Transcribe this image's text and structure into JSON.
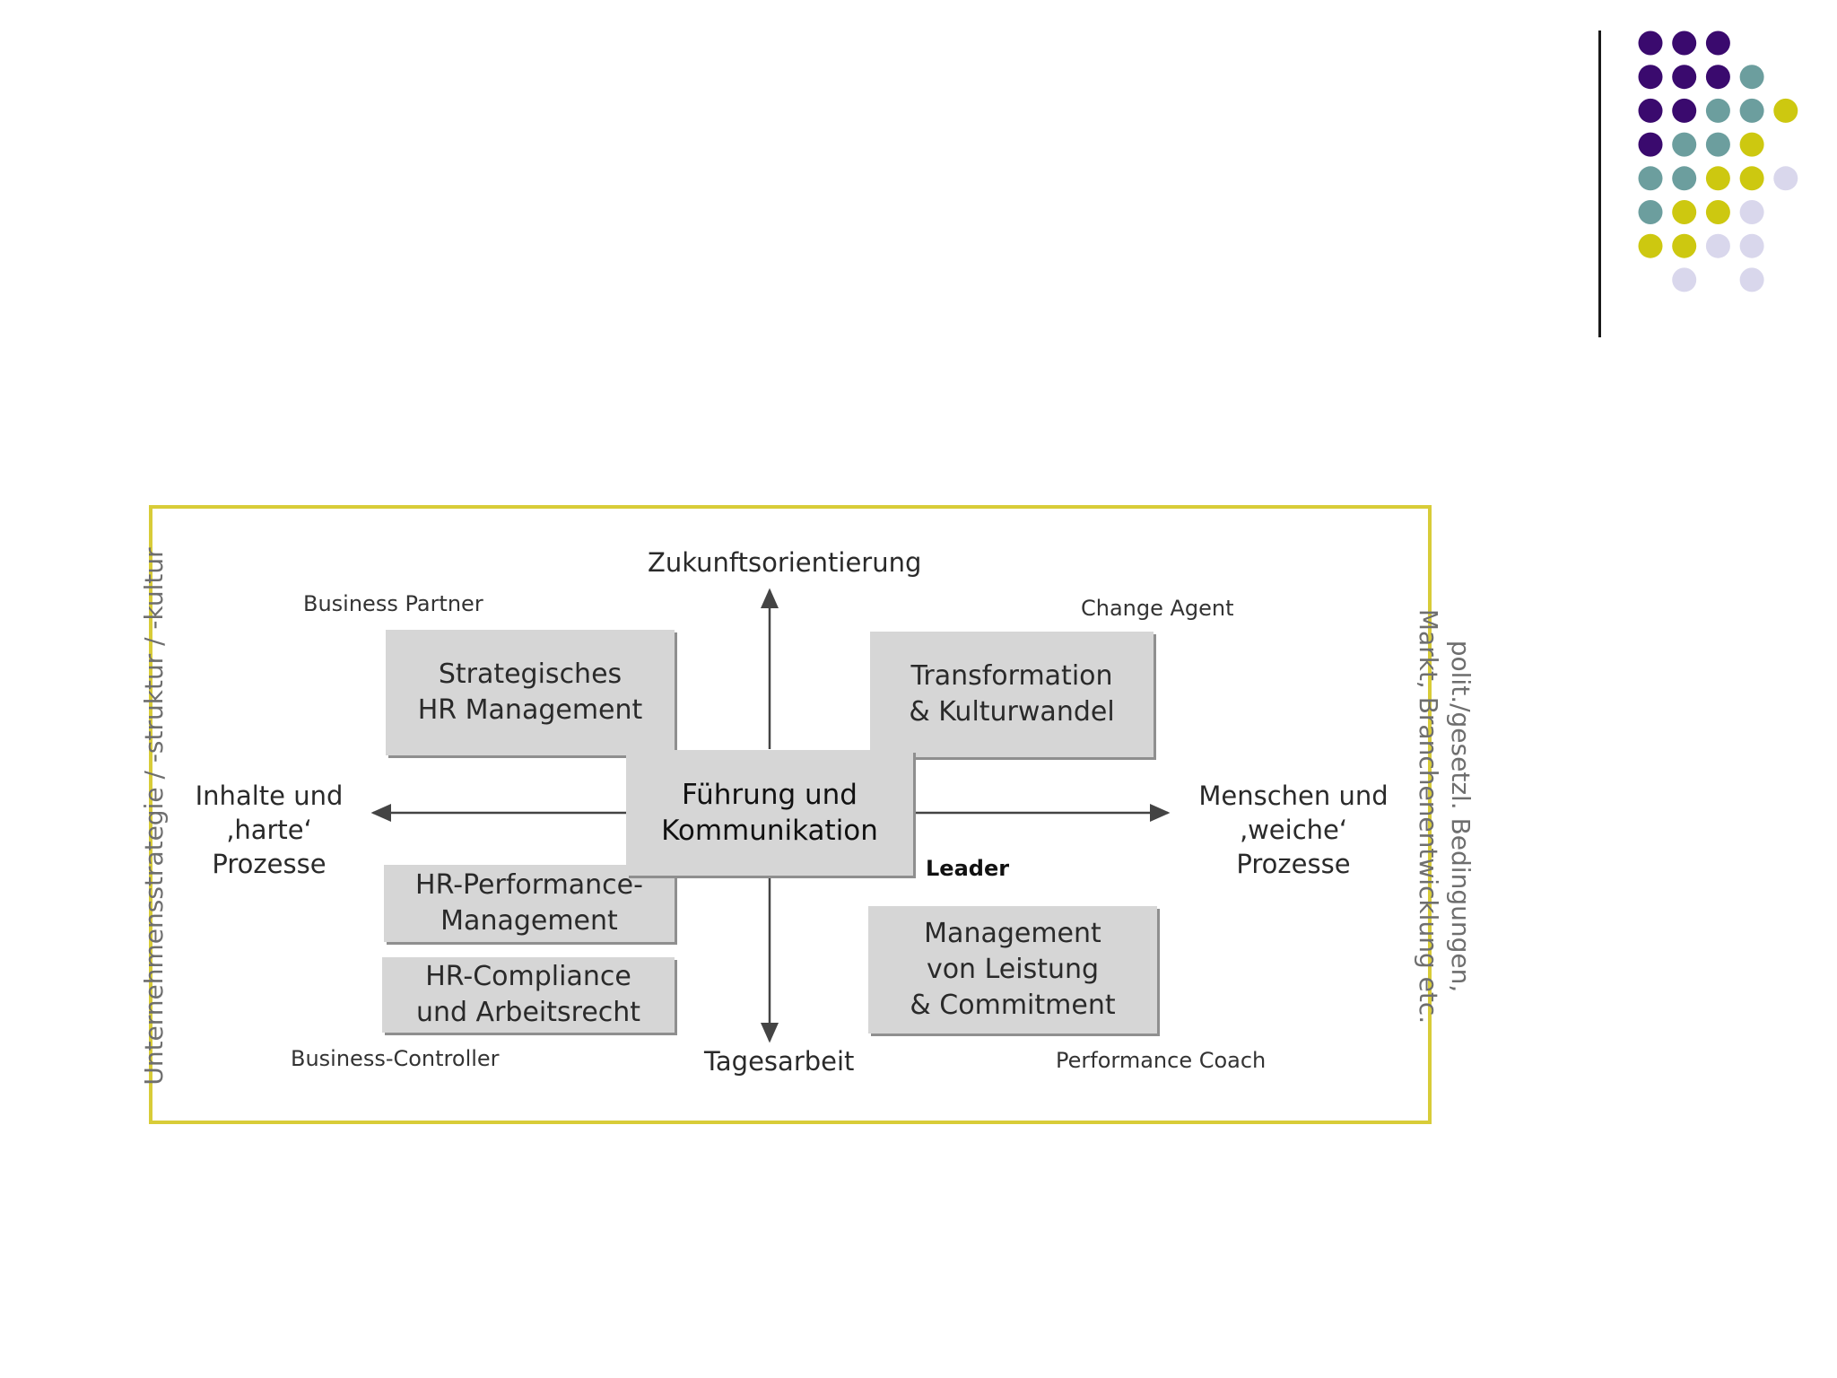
{
  "decoration": {
    "dot_colors": {
      "purple": "#3a0a6e",
      "teal": "#6c9e9e",
      "yellow": "#cdc810",
      "lavender": "#d9d7ec"
    },
    "dot_grid": [
      [
        "purple",
        "purple",
        "purple",
        "",
        "",
        ""
      ],
      [
        "purple",
        "purple",
        "purple",
        "teal",
        "",
        ""
      ],
      [
        "purple",
        "purple",
        "teal",
        "teal",
        "yellow",
        ""
      ],
      [
        "purple",
        "teal",
        "teal",
        "yellow",
        "",
        ""
      ],
      [
        "teal",
        "teal",
        "yellow",
        "yellow",
        "lavender",
        ""
      ],
      [
        "teal",
        "yellow",
        "yellow",
        "lavender",
        "",
        ""
      ],
      [
        "yellow",
        "yellow",
        "lavender",
        "lavender",
        "",
        ""
      ],
      [
        "",
        "lavender",
        "",
        "lavender",
        "",
        ""
      ]
    ],
    "frame_color": "#d8cc38"
  },
  "diagram": {
    "axis_top": "Zukunftsorientierung",
    "axis_bottom": "Tagesarbeit",
    "axis_left": "Inhalte und\n‚harte‘ Prozesse",
    "axis_right": "Menschen und\n‚weiche‘ Prozesse",
    "side_left": "Unternehmensstrategie / -struktur / -kultur",
    "side_right": "polit./gesetzl. Bedingungen,\nMarkt, Branchenentwicklung etc.",
    "roles": {
      "business_partner": "Business Partner",
      "change_agent": "Change Agent",
      "leader": "Leader",
      "business_controller": "Business-Controller",
      "performance_coach": "Performance Coach"
    },
    "boxes": {
      "strategic": "Strategisches\nHR Management",
      "transformation": "Transformation\n& Kulturwandel",
      "center": "Führung und\nKommunikation",
      "performance": "HR-Performance-\nManagement",
      "compliance": "HR-Compliance\nund Arbeitsrecht",
      "commitment": "Management\nvon Leistung\n& Commitment"
    }
  }
}
